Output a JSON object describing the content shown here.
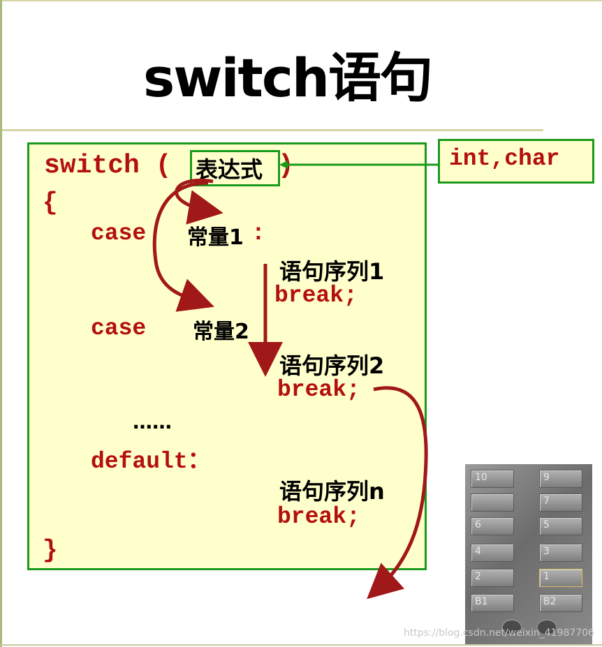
{
  "title": "switch语句",
  "code": {
    "switch_kw": "switch (",
    "expression": "表达式",
    "paren_close": ")",
    "brace_open": "{",
    "case1_kw": "case",
    "const1": "常量1",
    "colon1": ":",
    "seq1": "语句序列1",
    "break1": "break;",
    "case2_kw": "case",
    "const2": "常量2",
    "colon2": ":",
    "seq2": "语句序列2",
    "break2": "break;",
    "ellipsis": "……",
    "default_kw": "default：",
    "seqn": "语句序列n",
    "breakn": "break;",
    "brace_close": "}"
  },
  "type_note": "int,char",
  "elevator_panel": {
    "left_buttons": [
      "10",
      "",
      "6",
      "4",
      "2",
      "B1"
    ],
    "right_buttons": [
      "9",
      "7",
      "5",
      "3",
      "1",
      "B2"
    ],
    "lit_button": "1"
  },
  "watermark": "https://blog.csdn.net/weixin_41987706",
  "colors": {
    "keyword": "#b40f0f",
    "box_border": "#1a9a1a",
    "box_fill": "#ffffcc",
    "arrow": "#a01818"
  }
}
